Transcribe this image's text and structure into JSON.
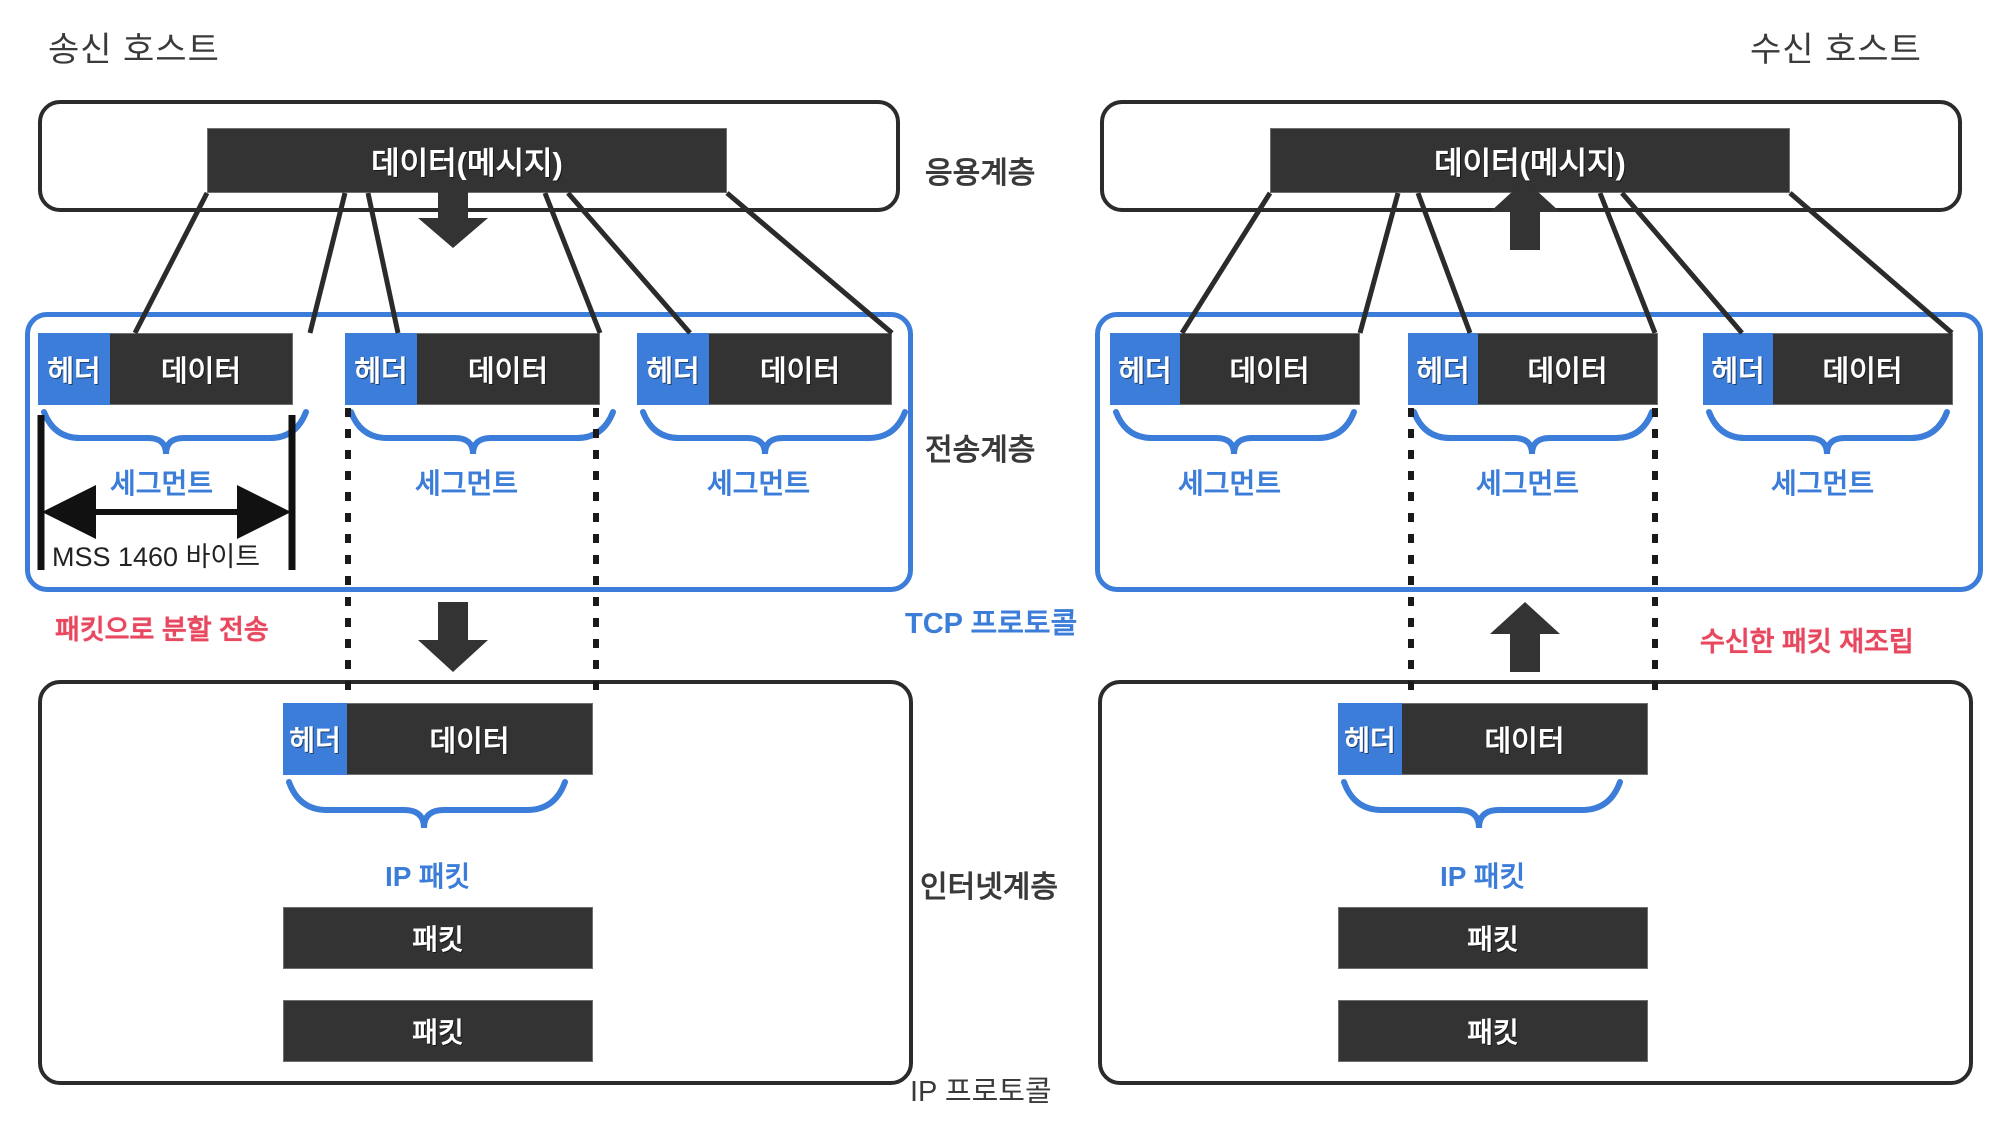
{
  "diagram": {
    "title_left": "송신 호스트",
    "title_right": "수신 호스트",
    "colors": {
      "header_blue": "#3b7dd8",
      "data_dark": "#333333",
      "accent_red": "#e8485f",
      "outline_dark": "#2b2b2b"
    }
  },
  "layer_labels": {
    "application": "응용계층",
    "transport": "전송계층",
    "internet": "인터넷계층"
  },
  "protocol_labels": {
    "tcp": "TCP 프로토콜",
    "ip": "IP 프로토콜"
  },
  "annotations": {
    "split": "패킷으로 분할 전송",
    "reassemble": "수신한 패킷 재조립"
  },
  "blocks": {
    "message": "데이터(메시지)",
    "header": "헤더",
    "data": "데이터",
    "packet": "패킷"
  },
  "braces": {
    "segment": "세그먼트",
    "ip_packet": "IP 패킷"
  },
  "measure": {
    "mss": "MSS 1460 바이트"
  },
  "sender": {
    "application": {
      "message": "데이터(메시지)"
    },
    "transport": {
      "segments": [
        {
          "header": "헤더",
          "data": "데이터",
          "brace": "세그먼트"
        },
        {
          "header": "헤더",
          "data": "데이터",
          "brace": "세그먼트"
        },
        {
          "header": "헤더",
          "data": "데이터",
          "brace": "세그먼트"
        }
      ],
      "mss": "MSS 1460 바이트"
    },
    "internet": {
      "ip_packet": {
        "header": "헤더",
        "data": "데이터",
        "brace": "IP 패킷"
      },
      "packets": [
        "패킷",
        "패킷"
      ]
    }
  },
  "receiver": {
    "application": {
      "message": "데이터(메시지)"
    },
    "transport": {
      "segments": [
        {
          "header": "헤더",
          "data": "데이터",
          "brace": "세그먼트"
        },
        {
          "header": "헤더",
          "data": "데이터",
          "brace": "세그먼트"
        },
        {
          "header": "헤더",
          "data": "데이터",
          "brace": "세그먼트"
        }
      ]
    },
    "internet": {
      "ip_packet": {
        "header": "헤더",
        "data": "데이터",
        "brace": "IP 패킷"
      },
      "packets": [
        "패킷",
        "패킷"
      ]
    }
  }
}
